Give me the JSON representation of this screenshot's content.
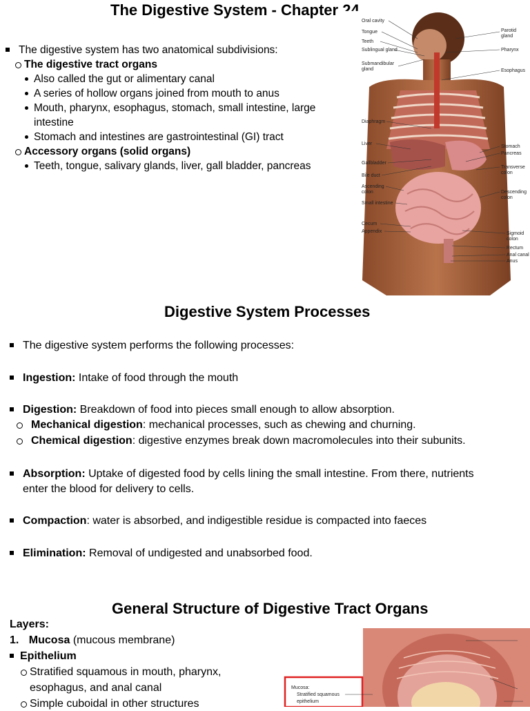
{
  "section1": {
    "title": "The Digestive System - Chapter 24",
    "b1": "The digestive system has two anatomical subdivisions:",
    "s1_bold": "The digestive tract organs",
    "s1_items": [
      "Also called the gut or alimentary canal",
      "A series of hollow organs joined from mouth to anus",
      "Mouth, pharynx, esophagus, stomach, small intestine, large",
      "intestine",
      "Stomach and intestines are gastrointestinal (GI) tract"
    ],
    "s2_bold": "Accessory organs (solid organs)",
    "s2_items": [
      "Teeth, tongue, salivary glands, liver, gall bladder, pancreas"
    ],
    "figure_labels_left": [
      "Oral cavity",
      "Tongue",
      "Teeth",
      "Sublingual gland",
      "Submandibular",
      "gland",
      "Diaphragm",
      "Liver",
      "Gallbladder",
      "Bile duct",
      "Ascending",
      "colon",
      "Small intestine",
      "Cecum",
      "Appendix"
    ],
    "figure_labels_right": [
      "Parotid",
      "gland",
      "Pharynx",
      "Esophagus",
      "Stomach",
      "Pancreas",
      "Transverse",
      "colon",
      "Descending",
      "colon",
      "Sigmoid",
      "colon",
      "Rectum",
      "Anal canal",
      "Anus"
    ]
  },
  "section2": {
    "title": "Digestive System Processes",
    "intro": "The digestive system performs the following processes:",
    "ingestion_bold": "Ingestion:",
    "ingestion_text": " Intake of food through the mouth",
    "digestion_bold": "Digestion:",
    "digestion_text": " Breakdown of food into pieces small enough to allow absorption.",
    "mech_bold": "Mechanical digestion",
    "mech_text": ": mechanical processes, such as chewing and churning.",
    "chem_bold": "Chemical digestion",
    "chem_text": ": digestive enzymes break down macromolecules into their subunits.",
    "absorption_bold": "Absorption:",
    "absorption_text": " Uptake of digested food by cells lining the small intestine. From there, nutrients",
    "absorption_text2": "enter the blood for delivery to cells.",
    "compaction_bold": "Compaction",
    "compaction_text": ": water is absorbed, and indigestible residue is compacted into faeces",
    "elimination_bold": "Elimination:",
    "elimination_text": " Removal of undigested and unabsorbed food."
  },
  "section3": {
    "title": "General Structure of Digestive Tract Organs",
    "layers": "Layers:",
    "num1": "1.",
    "mucosa_bold": "Mucosa",
    "mucosa_text": " (mucous membrane)",
    "epithelium": "Epithelium",
    "strat1": "Stratified squamous in mouth, pharynx,",
    "strat2": "esophagus, and anal canal",
    "simple": "Simple cuboidal in other structures",
    "fig_label1": "Mucosa:",
    "fig_label2": "Stratified squamous",
    "fig_label3": "epithelium"
  }
}
